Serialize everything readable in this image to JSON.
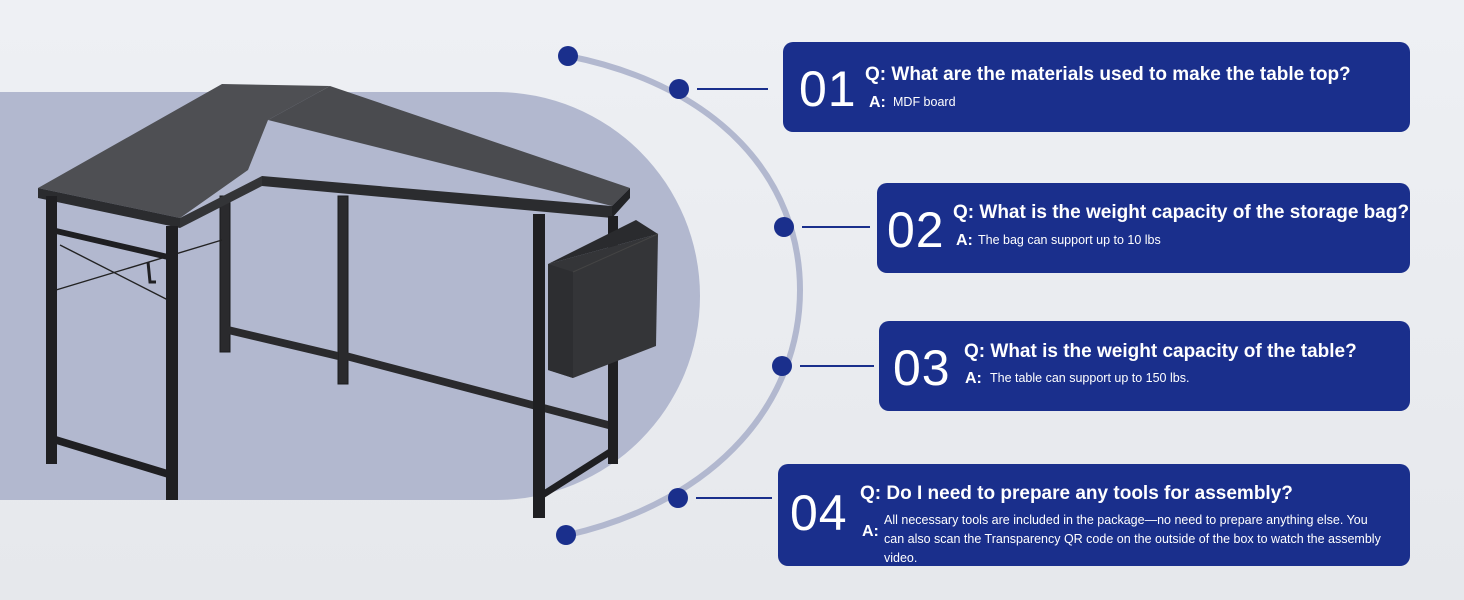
{
  "colors": {
    "card_background": "#1a2f8c",
    "accent_dot": "#1a2f8c",
    "arc": "#b2b8cf",
    "page_background": "#e9ebef",
    "highlight_panel": "#b2b8cf"
  },
  "product_image": {
    "icon": "l-shaped-desk-with-storage-bag"
  },
  "faq": [
    {
      "number": "01",
      "question": "Q: What are the materials used to make the table top?",
      "answer_label": "A:",
      "answer": "MDF board"
    },
    {
      "number": "02",
      "question": "Q: What is the weight capacity of the storage bag?",
      "answer_label": "A:",
      "answer": "The bag can support up to 10 lbs"
    },
    {
      "number": "03",
      "question": "Q: What is the weight capacity of the table?",
      "answer_label": "A:",
      "answer": "The table can support up to 150 lbs."
    },
    {
      "number": "04",
      "question": "Q: Do I need to prepare any tools for assembly?",
      "answer_label": "A:",
      "answer": "All necessary tools are included in the package—no need to prepare anything else. You can also scan the Transparency QR code on the outside of the box to watch the assembly video."
    }
  ]
}
